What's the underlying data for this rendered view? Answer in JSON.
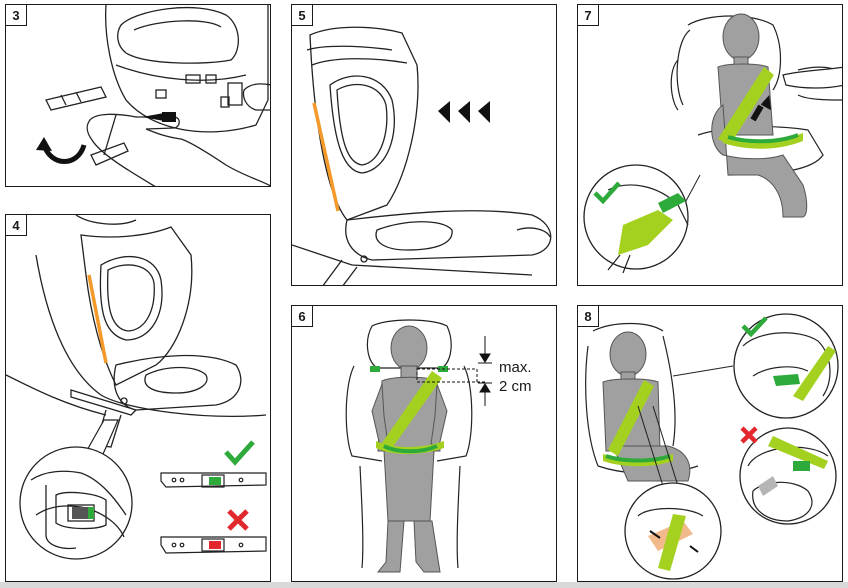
{
  "panels": {
    "p3": {
      "number": "3"
    },
    "p4": {
      "number": "4"
    },
    "p5": {
      "number": "5"
    },
    "p6": {
      "number": "6",
      "measure_value": "max.",
      "measure_unit": "2 cm"
    },
    "p7": {
      "number": "7"
    },
    "p8": {
      "number": "8"
    }
  },
  "colors": {
    "belt": "#a4d11f",
    "accent_orange": "#f39a2b",
    "check": "#2eaa3a",
    "cross": "#e2282d",
    "dummy": "#9a9a9a",
    "guide": "#2e9e45"
  },
  "icons": {
    "ok": "check-icon",
    "bad": "cross-icon",
    "direction": "triple-arrow-left-icon",
    "rotate": "rotate-arrow-icon"
  }
}
